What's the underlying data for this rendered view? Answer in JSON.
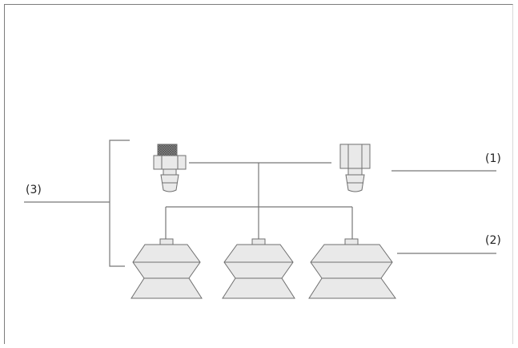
{
  "labels": {
    "fittings": "(1)",
    "suction_cups": "(2)",
    "assembly": "(3)"
  },
  "colors": {
    "frame": "#7c7c7c",
    "line": "#777777",
    "part_fill": "#e9e9e9",
    "part_stroke": "#6f6f6f",
    "thread": "#5a5a5a"
  }
}
